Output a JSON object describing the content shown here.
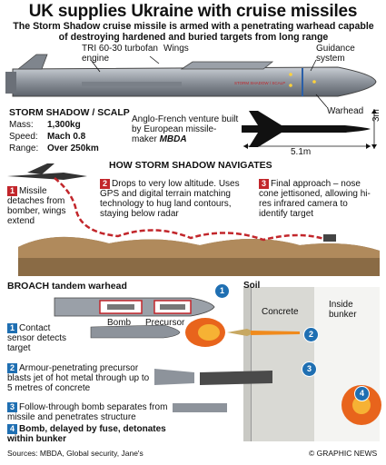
{
  "title": "UK supplies Ukraine with cruise missiles",
  "subtitle": "The Storm Shadow cruise missile is armed with a penetrating warhead capable of destroying hardened and buried targets from long range",
  "missile_labels": {
    "engine": "TRI 60-30 turbofan engine",
    "wings": "Wings",
    "guidance": "Guidance system",
    "warhead": "Warhead",
    "body_text": "STORM SHADOW / SCALP"
  },
  "specs": {
    "heading": "STORM SHADOW / SCALP",
    "rows": [
      {
        "label": "Mass:",
        "value": "1,300kg"
      },
      {
        "label": "Speed:",
        "value": "Mach 0.8"
      },
      {
        "label": "Range:",
        "value": "Over 250km"
      }
    ],
    "venture": "Anglo-French venture built by European missile-maker",
    "maker": "MBDA"
  },
  "dimensions": {
    "length": "5.1m",
    "height": "3m"
  },
  "navigation": {
    "heading": "HOW STORM SHADOW NAVIGATES",
    "steps": [
      {
        "num": "1",
        "text": "Missile detaches from bomber, wings extend"
      },
      {
        "num": "2",
        "text": "Drops to very low altitude. Uses GPS and digital terrain matching technology to hug land contours, staying below radar"
      },
      {
        "num": "3",
        "text": "Final approach – nose cone jettisoned, allowing hi-res infrared camera to identify target"
      }
    ]
  },
  "broach": {
    "heading": "BROACH tandem warhead",
    "bomb_label": "Bomb",
    "precursor_label": "Precursor",
    "soil_label": "Soil",
    "concrete_label": "Concrete",
    "bunker_label": "Inside bunker",
    "markers": [
      "1",
      "2",
      "3",
      "4"
    ],
    "steps": [
      {
        "num": "1",
        "text": "Contact sensor detects target",
        "bold": false
      },
      {
        "num": "2",
        "text": "Armour-penetrating precursor blasts jet of hot metal through up to 5 metres of concrete",
        "bold": false
      },
      {
        "num": "3",
        "text": "Follow-through bomb separates from missile and penetrates structure",
        "bold": false
      },
      {
        "num": "4",
        "text": "Bomb, delayed by fuse, detonates within bunker",
        "bold": true
      }
    ]
  },
  "footer": {
    "sources": "Sources: MBDA, Global security, Jane's",
    "credit": "© GRAPHIC NEWS"
  },
  "colors": {
    "accent_red": "#c2262b",
    "accent_blue": "#1f6fb2",
    "missile_gray": "#8a9099"
  }
}
